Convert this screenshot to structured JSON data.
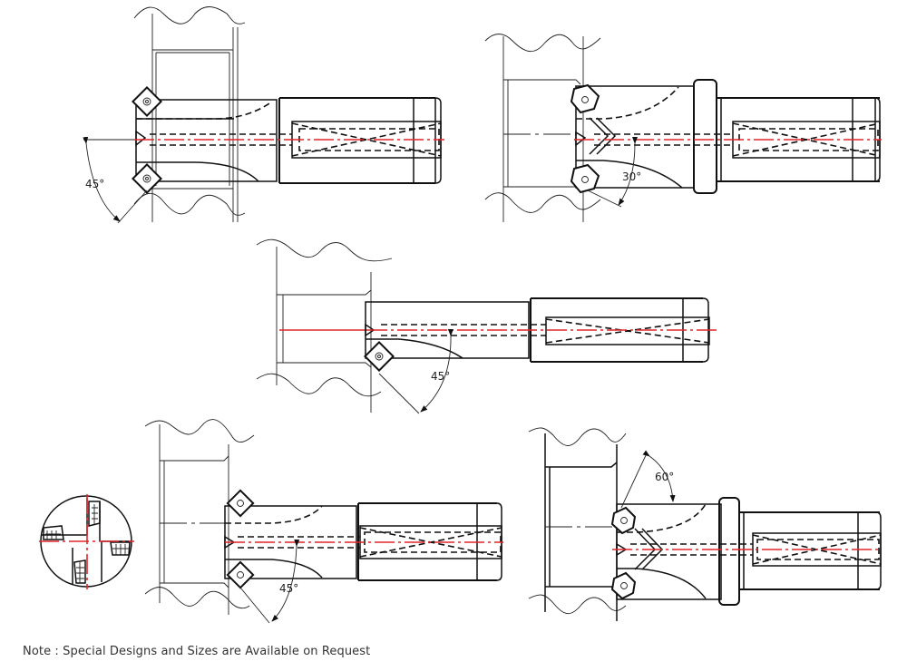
{
  "drawings": [
    {
      "name": "tool-view-1",
      "angle_label": "45°",
      "insert_style": "square"
    },
    {
      "name": "tool-view-2",
      "angle_label": "30°",
      "insert_style": "trigon"
    },
    {
      "name": "tool-view-3",
      "angle_label": "45°",
      "insert_style": "square-single"
    },
    {
      "name": "tool-view-4",
      "angle_label": "45°",
      "insert_style": "square"
    },
    {
      "name": "tool-view-5",
      "angle_label": "60°",
      "insert_style": "trigon"
    }
  ],
  "detail_view": {
    "name": "end-view-detail"
  },
  "colors": {
    "centerline": "#e0262b",
    "linework": "#111111"
  },
  "note": "Note : Special Designs and Sizes are Available on Request"
}
